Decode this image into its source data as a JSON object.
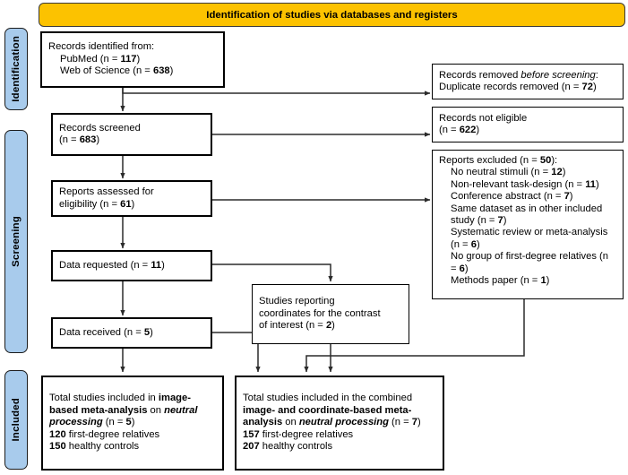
{
  "diagram": {
    "type": "prisma-flow-diagram",
    "banner": {
      "title": "Identification of studies via databases and registers",
      "color": "#FCC200"
    },
    "stages": [
      {
        "id": "identification",
        "label": "Identification",
        "color": "#A8CBEC"
      },
      {
        "id": "screening",
        "label": "Screening",
        "color": "#A8CBEC"
      },
      {
        "id": "included",
        "label": "Included",
        "color": "#A8CBEC"
      }
    ],
    "boxes": {
      "records_identified": {
        "line1": "Records identified from:",
        "line2_label": "PubMed (n = ",
        "line2_value": "117",
        "line2_close": ")",
        "line3_label": "Web of Science (n = ",
        "line3_value": "638",
        "line3_close": ")"
      },
      "records_removed": {
        "line1_a": "Records removed ",
        "line1_em": "before screening",
        "line1_b": ":",
        "line2_label": "Duplicate records removed (n = ",
        "line2_value": "72",
        "line2_close": ")"
      },
      "records_screened": {
        "line1": "Records screened",
        "line2_label": "(n = ",
        "line2_value": "683",
        "line2_close": ")"
      },
      "records_not_eligible": {
        "line1": "Records not eligible",
        "line2_label": "(n = ",
        "line2_value": "622",
        "line2_close": ")"
      },
      "reports_assessed": {
        "line1": "Reports assessed for",
        "line2_label": "eligibility (n = ",
        "line2_value": "61",
        "line2_close": ")"
      },
      "reports_excluded": {
        "header_label": "Reports excluded (n = ",
        "header_value": "50",
        "header_close": "):",
        "reasons": [
          {
            "label": "No neutral stimuli (n = ",
            "value": "12",
            "close": ")"
          },
          {
            "label": "Non-relevant task-design (n = ",
            "value": "11",
            "close": ")"
          },
          {
            "label": "Conference abstract (n = ",
            "value": "7",
            "close": ")"
          },
          {
            "label": "Same dataset as in other included study (n = ",
            "value": "7",
            "close": ")"
          },
          {
            "label": "Systematic review or meta-analysis (n = ",
            "value": "6",
            "close": ")"
          },
          {
            "label": "No group of first-degree relatives (n = ",
            "value": "6",
            "close": ")"
          },
          {
            "label": "Methods paper (n = ",
            "value": "1",
            "close": ")"
          }
        ]
      },
      "data_requested": {
        "line1_label": "Data requested (n = ",
        "line1_value": "11",
        "line1_close": ")"
      },
      "studies_coordinates": {
        "line1": "Studies reporting",
        "line2": "coordinates for the contrast",
        "line3_label": "of interest (n = ",
        "line3_value": "2",
        "line3_close": ")"
      },
      "data_received": {
        "line1_label": "Data received (n = ",
        "line1_value": "5",
        "line1_close": ")"
      },
      "included_image_based": {
        "seg1": "Total studies included in ",
        "seg2_bold": "image-based meta-analysis",
        "seg3": " on ",
        "seg4_italic": "neutral processing",
        "seg5_label": " (n = ",
        "seg5_value": "5",
        "seg5_close": ")",
        "line2_value": "120",
        "line2_label": " first-degree relatives",
        "line3_value": "150",
        "line3_label": " healthy controls"
      },
      "included_combined": {
        "seg1": "Total studies included in the combined ",
        "seg2_bold": "image- and coordinate-based meta-analysis",
        "seg3": " on ",
        "seg4_italic": "neutral processing",
        "seg5_label": " (n = ",
        "seg5_value": "7",
        "seg5_close": ")",
        "line2_value": "157",
        "line2_label": " first-degree relatives",
        "line3_value": "207",
        "line3_label": " healthy controls"
      }
    }
  }
}
